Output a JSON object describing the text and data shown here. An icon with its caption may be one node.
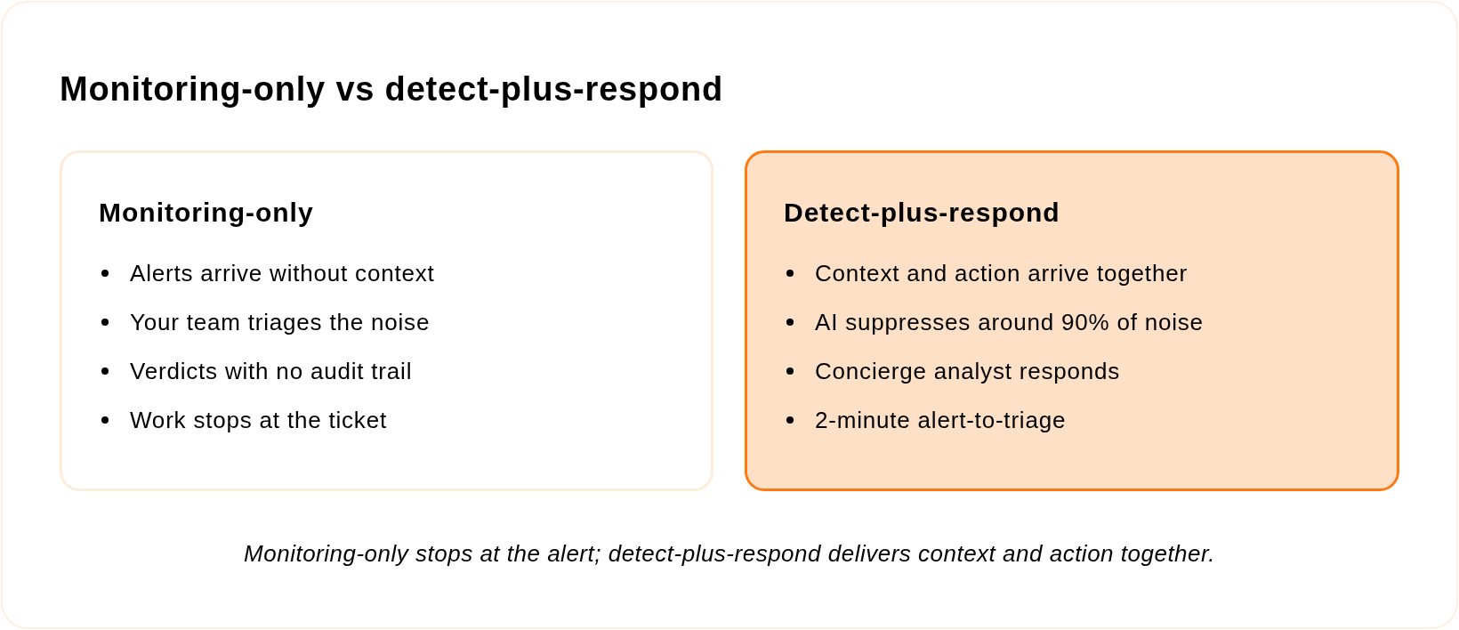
{
  "diagram": {
    "title": "Monitoring-only vs detect-plus-respond",
    "nodes": [
      {
        "text": [
          "Monitoring-only",
          "Alerts arrive without context",
          "Your team triages the noise",
          "Verdicts with no audit trail",
          "Work stops at the ticket"
        ]
      },
      {
        "text": [
          "Detect-plus-respond",
          "Context and action arrive together",
          "AI suppresses around 90% of noise",
          "Concierge analyst responds",
          "2-minute alert-to-triage"
        ]
      }
    ],
    "caption": "Monitoring-only stops at the alert; detect-plus-respond delivers context and action together."
  }
}
